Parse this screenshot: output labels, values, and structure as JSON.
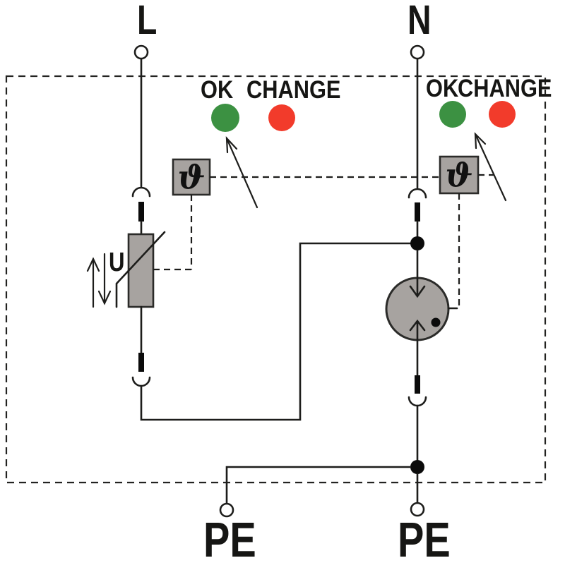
{
  "terminals": {
    "top_left": "L",
    "top_right": "N",
    "bottom_left": "PE",
    "bottom_right": "PE"
  },
  "indicators": {
    "left": {
      "ok_label": "OK",
      "change_label": "CHANGE"
    },
    "right": {
      "ok_label": "OK",
      "change_label": "CHANGE"
    }
  },
  "labels": {
    "voltage": "U",
    "thermal_symbol": "ϑ"
  },
  "colors": {
    "led_ok": "#3c9142",
    "led_change": "#f23b2b",
    "component_fill": "#a7a3a0",
    "line_color": "#1d1d1b"
  }
}
